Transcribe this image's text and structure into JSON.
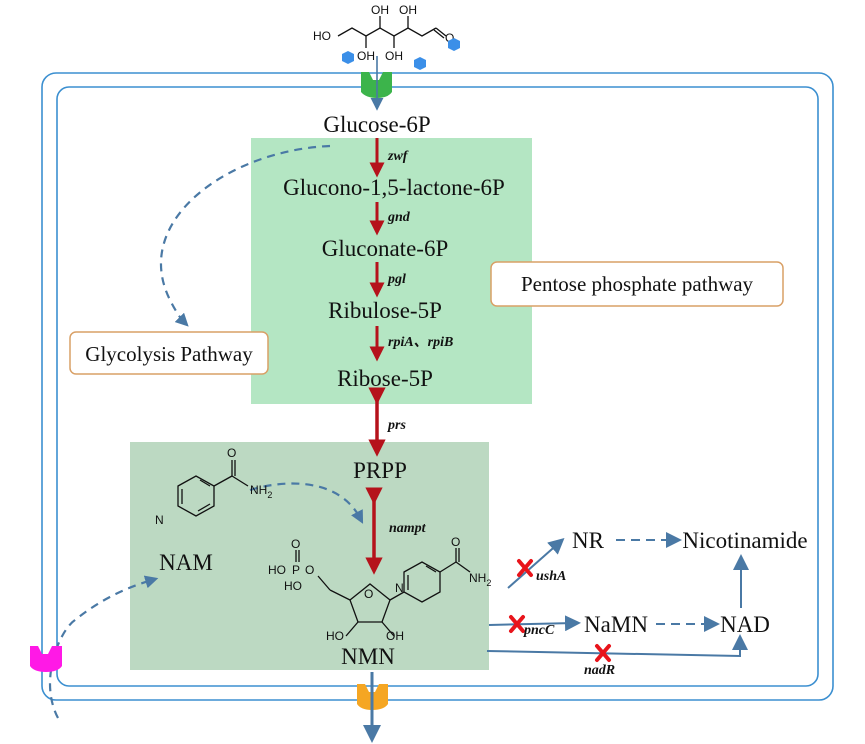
{
  "metabolites": {
    "glucose6p": "Glucose-6P",
    "gluconolactone": "Glucono-1,5-lactone-6P",
    "gluconate": "Gluconate-6P",
    "ribulose": "Ribulose-5P",
    "ribose": "Ribose-5P",
    "prpp": "PRPP",
    "nam": "NAM",
    "nmn": "NMN",
    "nr": "NR",
    "nicotinamide": "Nicotinamide",
    "namn": "NaMN",
    "nad": "NAD"
  },
  "genes": {
    "zwf": "zwf",
    "gnd": "gnd",
    "pgl": "pgl",
    "rpi": "rpiA、rpiB",
    "prs": "prs",
    "nampt": "nampt",
    "ushA": "ushA",
    "pncC": "pncC",
    "nadR": "nadR"
  },
  "pathways": {
    "pentose": "Pentose phosphate pathway",
    "glycolysis": "Glycolysis Pathway"
  },
  "chem_labels": {
    "oh": "OH",
    "ho": "HO",
    "o": "O",
    "n": "N",
    "p": "P",
    "nh2": "NH",
    "sub2": "2"
  },
  "colors": {
    "pentose_box": "#b4e6c3",
    "nmn_box": "#bcd9c2",
    "red_arrow": "#b5121b",
    "blue_arrow": "#4a79a5",
    "membrane": "#3b8fd0",
    "glucose_transporter": "#3cb44b",
    "export_transporter": "#f5a623",
    "import_transporter": "#ff19e6",
    "knockout_x": "#e8141b",
    "hexagon": "#3b8fe8",
    "label_border": "#d9a066"
  }
}
